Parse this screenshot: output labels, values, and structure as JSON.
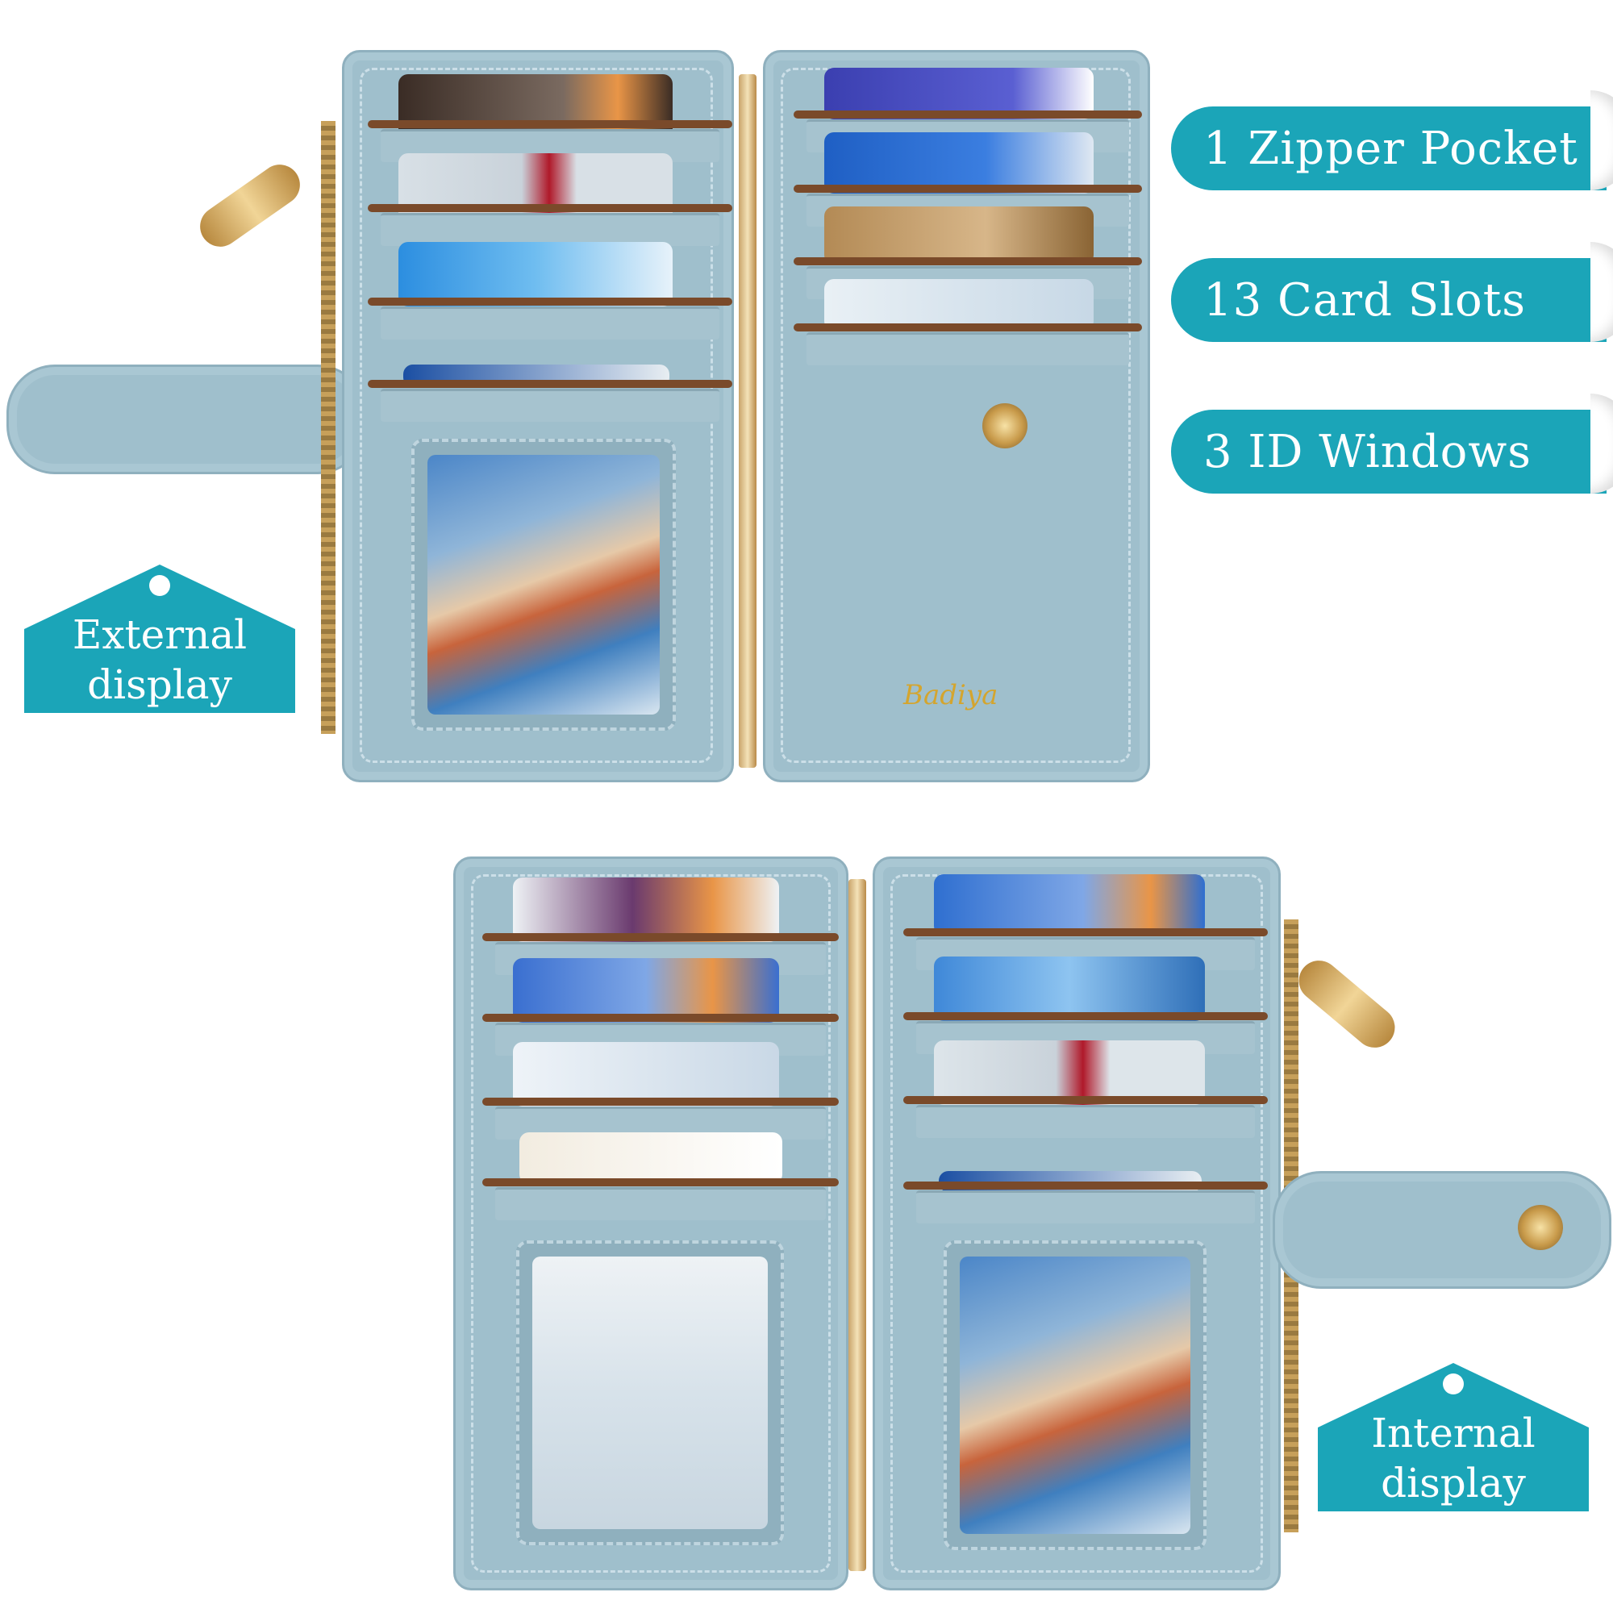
{
  "features": [
    {
      "label": "1 Zipper Pocket"
    },
    {
      "label": "13 Card Slots"
    },
    {
      "label": "3 ID Windows"
    }
  ],
  "tags": {
    "external": {
      "line1": "External",
      "line2": "display"
    },
    "internal": {
      "line1": "Internal",
      "line2": "display"
    }
  },
  "brand": "Badiya",
  "colors": {
    "wallet_leather": "#9fbfcc",
    "accent_teal": "#1ba5b8",
    "gold_hardware": "#c9a46a",
    "card_slot_lining": "#7a4a2a"
  },
  "icons": [
    "zipper-pull-icon",
    "snap-button-icon",
    "hinge-icon"
  ]
}
